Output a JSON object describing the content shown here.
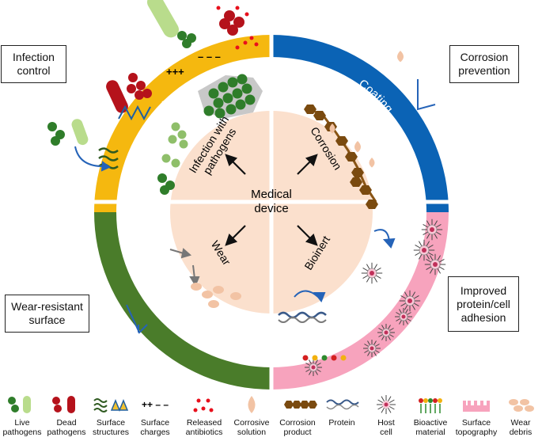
{
  "center": {
    "title": "Medical device",
    "q_infection": "Infection with pathogens",
    "q_corrosion": "Corrosion",
    "q_wear": "Wear",
    "q_bioinert": "Bioinert"
  },
  "ring_label": "Coating",
  "boxes": {
    "infection": "Infection\ncontrol",
    "corrosion": "Corrosion\nprevention",
    "wear": "Wear-resistant\nsurface",
    "improved": "Improved\nprotein/cell\nadhesion"
  },
  "legend": [
    {
      "icon": "live-pathogens-icon",
      "label": "Live\npathogens"
    },
    {
      "icon": "dead-pathogens-icon",
      "label": "Dead\npathogens"
    },
    {
      "icon": "surface-structures-icon",
      "label": "Surface\nstructures"
    },
    {
      "icon": "surface-charges-icon",
      "label": "Surface\ncharges"
    },
    {
      "icon": "released-antibiotics-icon",
      "label": "Released\nantibiotics"
    },
    {
      "icon": "corrosive-solution-icon",
      "label": "Corrosive\nsolution"
    },
    {
      "icon": "corrosion-product-icon",
      "label": "Corrosion\nproduct"
    },
    {
      "icon": "protein-icon",
      "label": "Protein"
    },
    {
      "icon": "host-cell-icon",
      "label": "Host\ncell"
    },
    {
      "icon": "bioactive-material-icon",
      "label": "Bioactive\nmaterial"
    },
    {
      "icon": "surface-topography-icon",
      "label": "Surface\ntopography"
    },
    {
      "icon": "wear-debris-icon",
      "label": "Wear\ndebris"
    }
  ],
  "colors": {
    "infection": "#f5b80f",
    "corrosion": "#0b63b5",
    "wear": "#4a7c2a",
    "improved": "#f7a3bd",
    "device": "#fbe0cd",
    "pathogen_green": "#2f7d2a",
    "dead_red": "#b5121b",
    "drop": "#f2c3a4",
    "product": "#7a4a0f"
  }
}
